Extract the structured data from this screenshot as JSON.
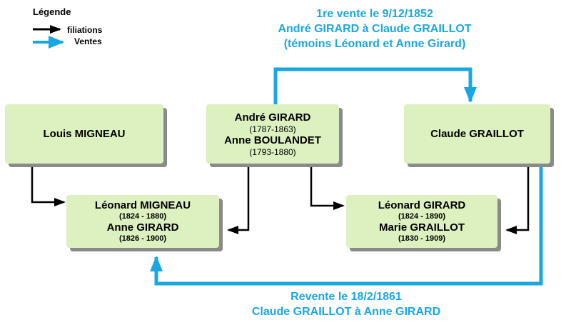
{
  "legend": {
    "title": "Légende",
    "filiations": "filiations",
    "ventes": "Ventes"
  },
  "sale1": {
    "line1": "1re vente le 9/12/1852",
    "line2": "André GIRARD à Claude GRAILLOT",
    "line3": "(témoins Léonard et Anne Girard)"
  },
  "sale2": {
    "line1": "Revente le 18/2/1861",
    "line2": "Claude GRAILLOT à Anne GIRARD"
  },
  "persons": {
    "louis": {
      "name": "Louis MIGNEAU"
    },
    "andre_couple": {
      "name1": "André GIRARD",
      "dates1": "(1787-1863)",
      "name2": "Anne BOULANDET",
      "dates2": "(1793-1880)"
    },
    "claude": {
      "name": "Claude GRAILLOT"
    },
    "leonard_couple": {
      "name1": "Léonard MIGNEAU",
      "dates1": "(1824 - 1880)",
      "name2": "Anne GIRARD",
      "dates2": "(1826 - 1900)"
    },
    "girard_couple": {
      "name1": "Léonard GIRARD",
      "dates1": "(1824 - 1890)",
      "name2": "Marie GRAILLOT",
      "dates2": "(1830 - 1909)"
    }
  },
  "colors": {
    "filiation": "#000000",
    "sale": "#19a7e3",
    "box": "#dcf0c0"
  }
}
